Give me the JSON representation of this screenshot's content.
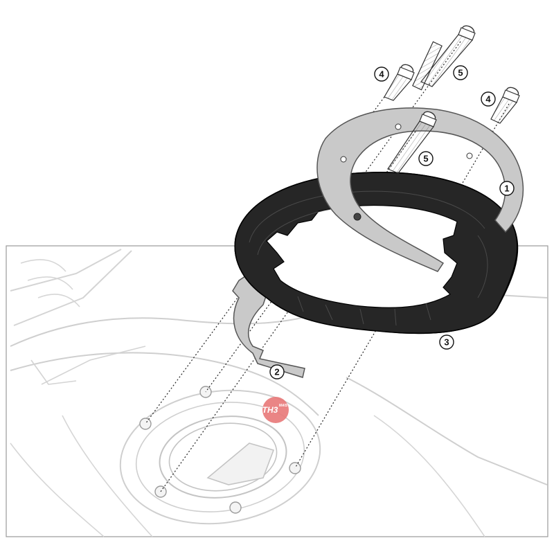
{
  "diagram": {
    "callouts": [
      {
        "id": "part-1",
        "label": "1"
      },
      {
        "id": "part-2",
        "label": "2"
      },
      {
        "id": "part-3",
        "label": "3"
      },
      {
        "id": "part-4a",
        "label": "4"
      },
      {
        "id": "part-4b",
        "label": "4"
      },
      {
        "id": "part-5a",
        "label": "5"
      },
      {
        "id": "part-5b",
        "label": "5"
      }
    ],
    "watermark": {
      "text": "TH3",
      "subtext": "MAIS"
    }
  },
  "colors": {
    "background": "#ffffff",
    "tank_outline": "#c8c8c8",
    "metal_plate": "#c9c9c9",
    "rubber_ring": "#1c1c1c",
    "watermark": "#e87878"
  }
}
